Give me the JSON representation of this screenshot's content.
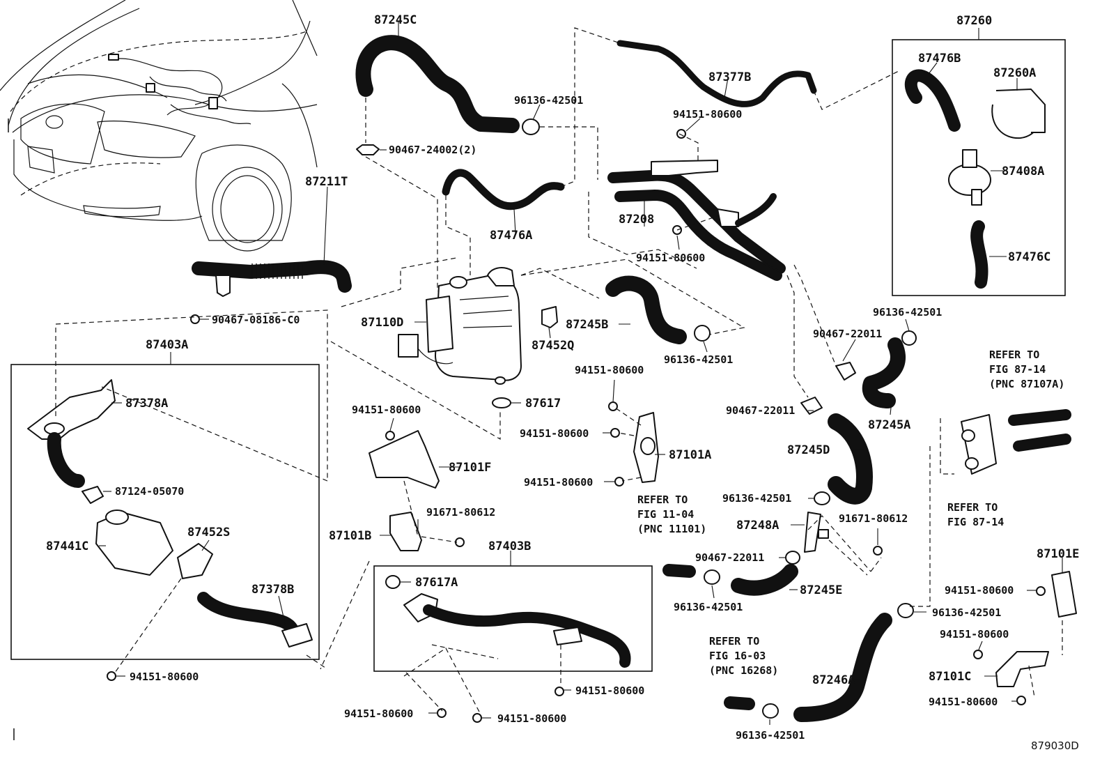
{
  "diagram_code": "879030D",
  "labels": {
    "p87245C": "87245C",
    "p96136_a": "96136-42501",
    "p90467_24002": "90467-24002(2)",
    "p87476A": "87476A",
    "p87377B": "87377B",
    "p94151_top": "94151-80600",
    "p87208": "87208",
    "p94151_mid": "94151-80600",
    "p87260": "87260",
    "p87476B": "87476B",
    "p87260A": "87260A",
    "p87408A": "87408A",
    "p87476C": "87476C",
    "p87211T": "87211T",
    "p90467_08186": "90467-08186-C0",
    "p87110D": "87110D",
    "p87452Q": "87452Q",
    "p87245B": "87245B",
    "p96136_b": "96136-42501",
    "p96136_c": "96136-42501",
    "p90467_22011_a": "90467-22011",
    "p87403A": "87403A",
    "p87378A": "87378A",
    "p87617": "87617",
    "p94151_f": "94151-80600",
    "p87101F": "87101F",
    "p94151_g": "94151-80600",
    "p94151_h": "94151-80600",
    "p87101A": "87101A",
    "p94151_i": "94151-80600",
    "p90467_22011_b": "90467-22011",
    "p87245A": "87245A",
    "p87245D": "87245D",
    "p87124": "87124-05070",
    "p87441C": "87441C",
    "p87452S": "87452S",
    "p87378B": "87378B",
    "p91671_a": "91671-80612",
    "p87101B": "87101B",
    "p87403B": "87403B",
    "p87617A": "87617A",
    "p96136_d": "96136-42501",
    "p87248A": "87248A",
    "p91671_b": "91671-80612",
    "p90467_22011_c": "90467-22011",
    "p87245E": "87245E",
    "p96136_e": "96136-42501",
    "p87101E": "87101E",
    "p94151_j": "94151-80600",
    "p96136_f": "96136-42501",
    "p94151_k": "94151-80600",
    "p87101C": "87101C",
    "p94151_l": "94151-80600",
    "p87246A": "87246A",
    "p96136_g": "96136-42501",
    "p94151_m": "94151-80600",
    "p94151_n": "94151-80600",
    "p94151_o": "94151-80600",
    "p94151_p": "94151-80600"
  },
  "refs": {
    "fig8714_a": {
      "l1": "REFER TO",
      "l2": "FIG 87-14",
      "l3": "(PNC 87107A)"
    },
    "fig8714_b": {
      "l1": "REFER TO",
      "l2": "FIG 87-14"
    },
    "fig1104": {
      "l1": "REFER TO",
      "l2": "FIG 11-04",
      "l3": "(PNC 11101)"
    },
    "fig1603": {
      "l1": "REFER TO",
      "l2": "FIG 16-03",
      "l3": "(PNC 16268)"
    }
  }
}
